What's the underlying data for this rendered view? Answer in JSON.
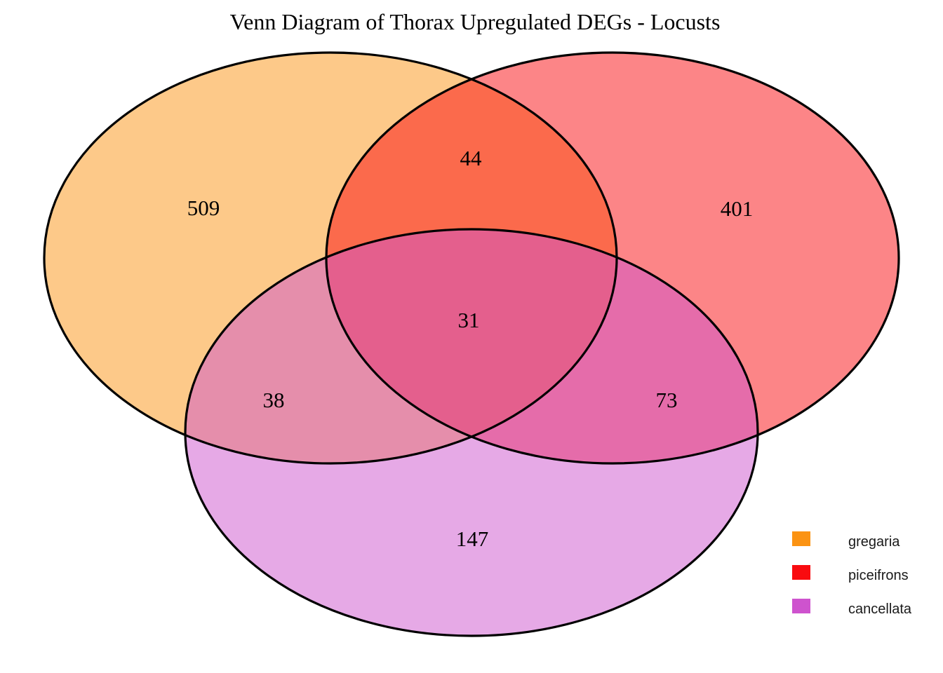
{
  "title": "Venn Diagram of Thorax Upregulated DEGs - Locusts",
  "chart_data": {
    "type": "venn",
    "title": "Venn Diagram of Thorax Upregulated DEGs - Locusts",
    "sets": [
      {
        "name": "gregaria",
        "color": "#FB9313"
      },
      {
        "name": "piceifrons",
        "color": "#F90B0F"
      },
      {
        "name": "cancellata",
        "color": "#CE53CE"
      }
    ],
    "regions": {
      "gregaria_only": 509,
      "piceifrons_only": 401,
      "cancellata_only": 147,
      "gregaria_piceifrons": 44,
      "gregaria_cancellata": 38,
      "piceifrons_cancellata": 73,
      "all_three": 31
    },
    "legend_position": "bottom-right",
    "background_color": "#FFFFFF",
    "outline_color": "#000000"
  }
}
